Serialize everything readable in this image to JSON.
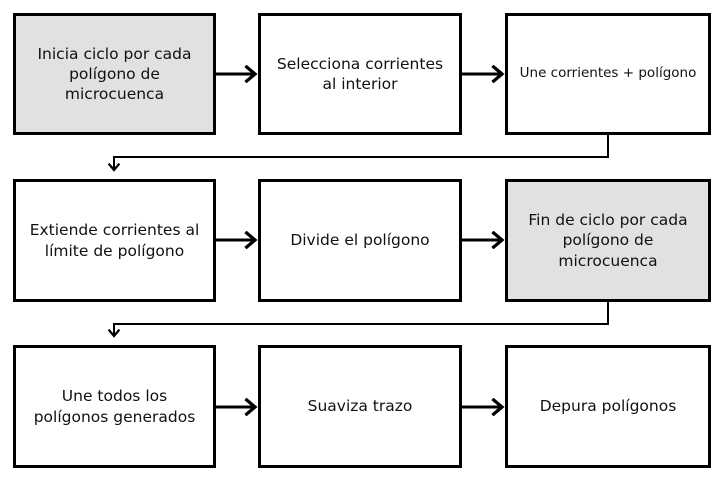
{
  "colors": {
    "line": "#000000",
    "box_border": "#000000",
    "box_fill": "#ffffff",
    "highlight_fill": "#e1e1e1",
    "text": "#111111"
  },
  "rows": [
    {
      "nodes": [
        {
          "text": "Inicia ciclo por cada polígono de microcuenca",
          "highlight": true
        },
        {
          "text": "Selecciona corrientes al interior",
          "highlight": false
        },
        {
          "text": "Une corrientes + polígono",
          "highlight": false
        }
      ]
    },
    {
      "nodes": [
        {
          "text": "Extiende corrientes al límite de polígono",
          "highlight": false
        },
        {
          "text": "Divide el polígono",
          "highlight": false
        },
        {
          "text": "Fin de ciclo por cada polígono de microcuenca",
          "highlight": true
        }
      ]
    },
    {
      "nodes": [
        {
          "text": "Une todos los polígonos generados",
          "highlight": false
        },
        {
          "text": "Suaviza trazo",
          "highlight": false
        },
        {
          "text": "Depura polígonos",
          "highlight": false
        }
      ]
    }
  ]
}
